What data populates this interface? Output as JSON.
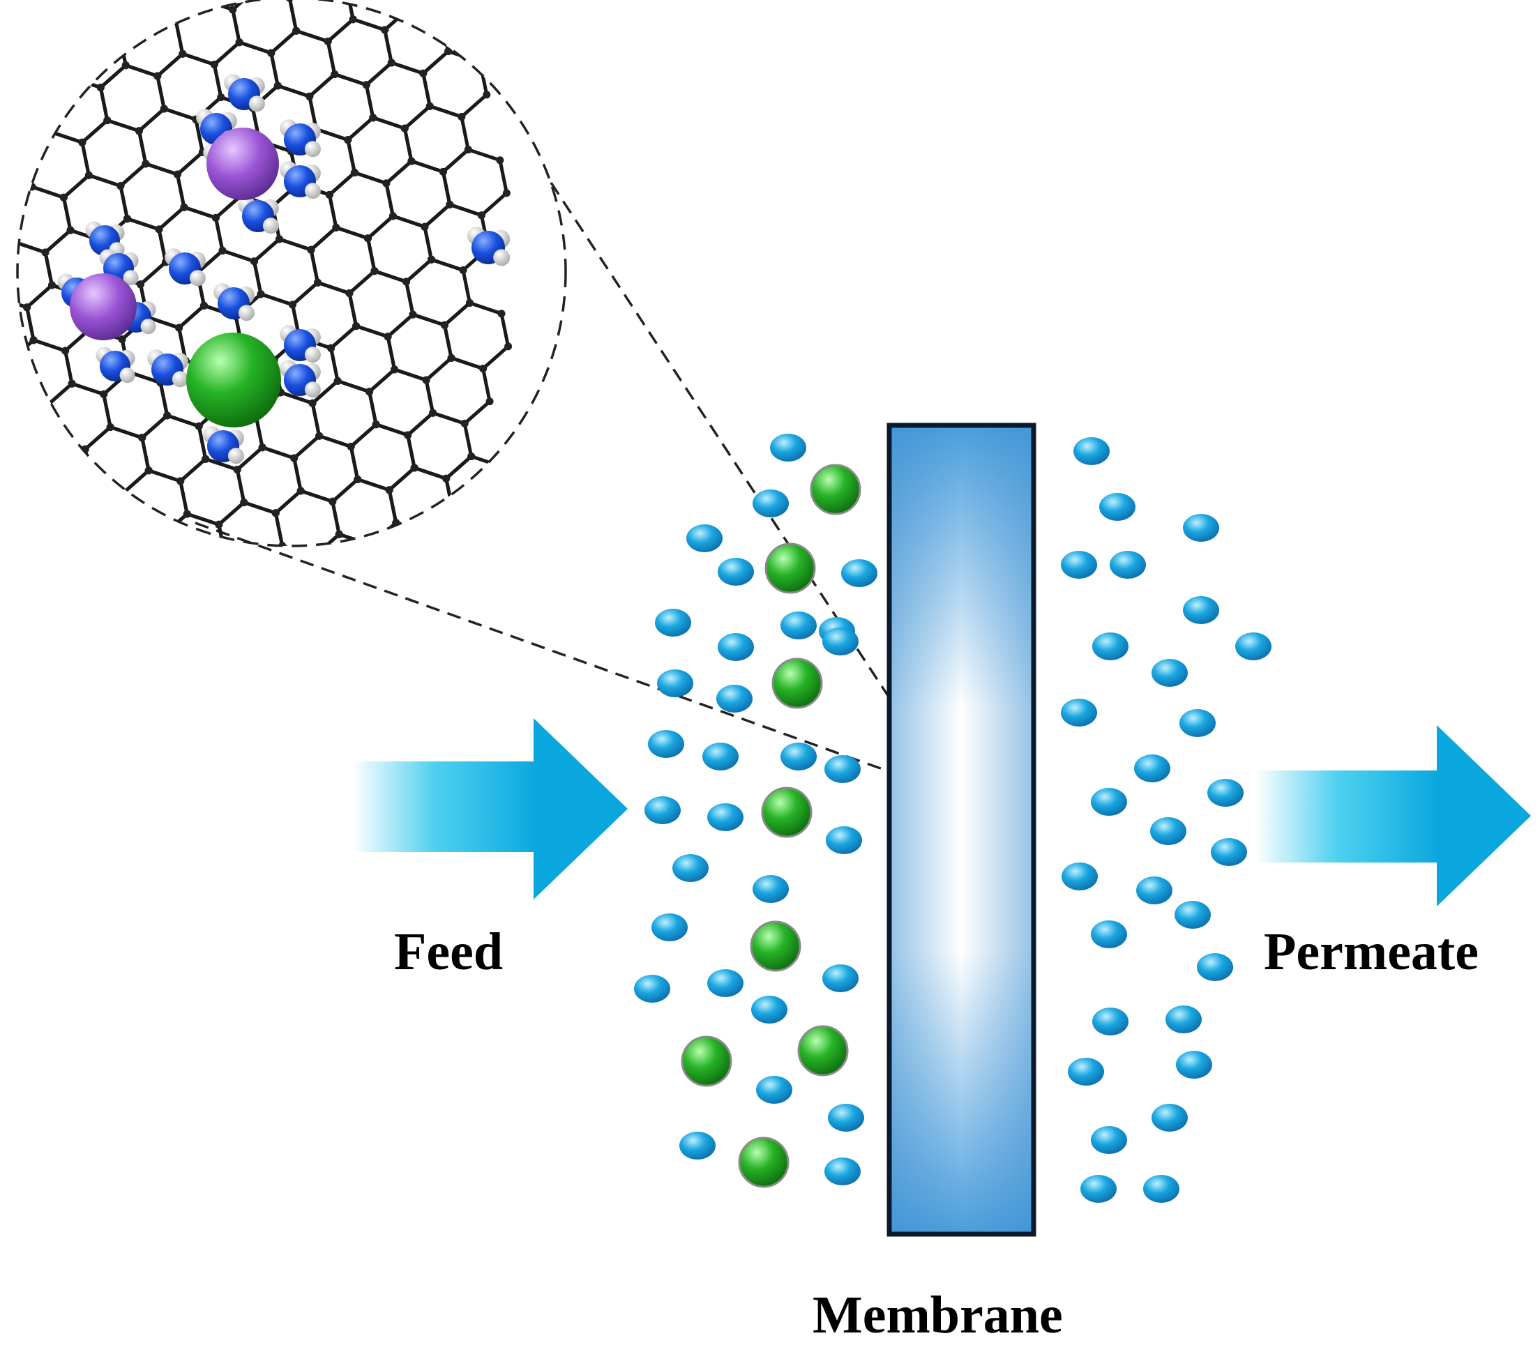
{
  "labels": {
    "feed": "Feed",
    "membrane": "Membrane",
    "permeate": "Permeate"
  },
  "colors": {
    "water": "#1aa6e0",
    "salt_ion": "#27b327",
    "potassium_ion": "#9b55d6",
    "nitrogen_atom": "#1a50e0",
    "hydrogen_atom": "#d8d8d8",
    "membrane_edge": "#0b1a2a",
    "membrane_fill": "#56a9e0",
    "flow_arrow": "#12c0ea",
    "graphene_bond": "#1a1a1a"
  },
  "icons": {
    "feed_arrow": "arrow-right-icon",
    "permeate_arrow": "arrow-right-icon",
    "zoom": "magnifier-circle"
  }
}
